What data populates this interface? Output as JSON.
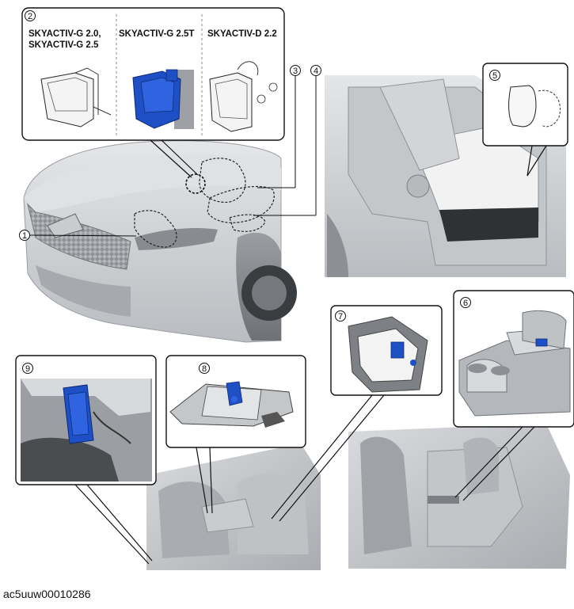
{
  "callouts": [
    "2",
    "3",
    "4",
    "5",
    "1",
    "6",
    "7",
    "8",
    "9"
  ],
  "engine_labels": {
    "g20_line1": "SKYACTIV-G 2.0,",
    "g20_line2": "SKYACTIV-G 2.5",
    "g25t": "SKYACTIV-G 2.5T",
    "d22": "SKYACTIV-D 2.2"
  },
  "document_id": "ac5uuw00010286",
  "colors": {
    "highlight_blue": "#1f4fc4",
    "outline": "#111111",
    "car_gray": "#cfd1d4"
  }
}
